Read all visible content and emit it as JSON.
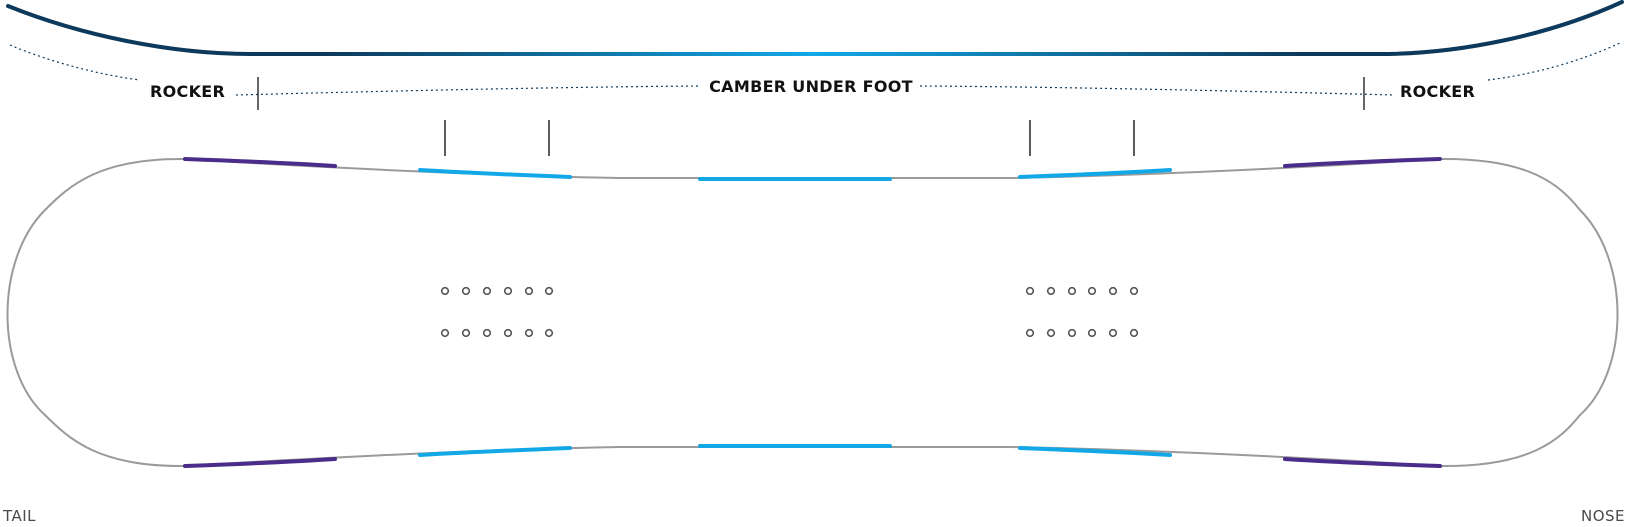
{
  "profile": {
    "left_label": "ROCKER",
    "center_label": "CAMBER UNDER FOOT",
    "right_label": "ROCKER"
  },
  "ends": {
    "tail": "TAIL",
    "nose": "NOSE"
  },
  "colors": {
    "profile_line": "#0d3a5c",
    "camber_accent": "#12a8e8",
    "edge_accent_purple": "#4a2c8a",
    "board_outline": "#9a9a9a",
    "marker_line": "#333333",
    "dotted_guide": "#0d3a5c",
    "insert_hole": "#555555"
  }
}
